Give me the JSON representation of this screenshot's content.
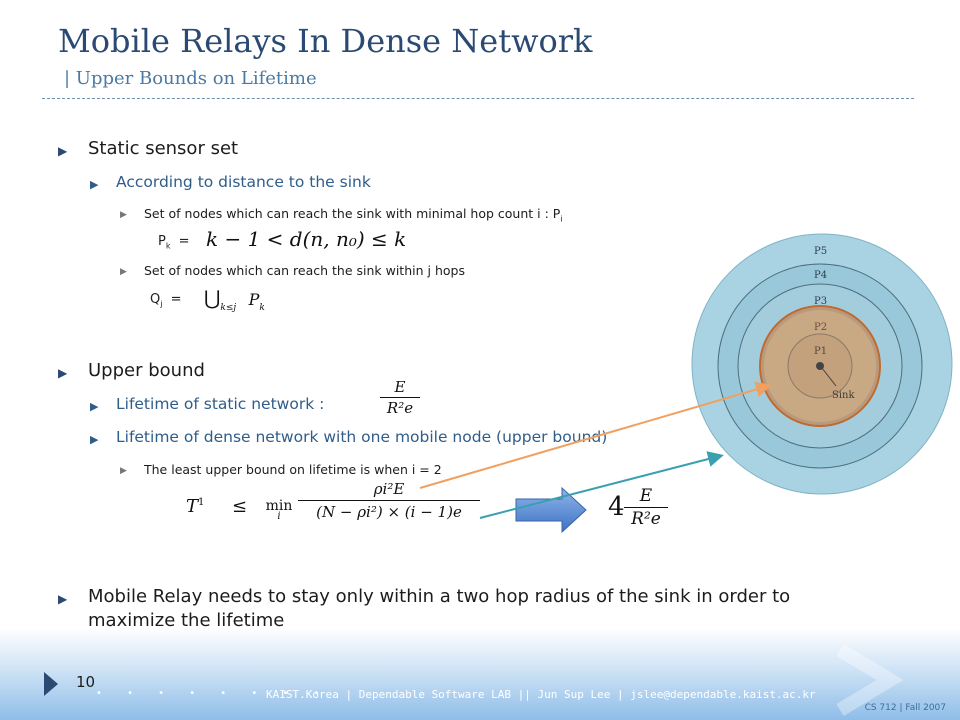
{
  "slide": {
    "title": "Mobile Relays In Dense Network",
    "subtitle": "| Upper Bounds on Lifetime",
    "page_number": "10"
  },
  "bullets": {
    "static_set": "Static sensor set",
    "according": "According to distance to the sink",
    "pk_desc": "Set of nodes which can reach the sink with minimal hop count i  : P",
    "pk_desc_sub": "i",
    "pk_label": "P",
    "pk_label_sub": "k",
    "pk_eq": "=",
    "pk_formula": "k − 1 < d(n, n₀) ≤ k",
    "qj_desc": "Set of nodes which can reach the sink within j hops",
    "qj_label": "Q",
    "qj_label_sub": "j",
    "qj_eq": "=",
    "qj_union": "⋃",
    "qj_union_sub": "k≤j",
    "qj_formula": "P",
    "qj_formula_sub": "k",
    "upper_bound": "Upper bound",
    "lifetime_static": "Lifetime of static network :",
    "lifetime_static_num": "E",
    "lifetime_static_den": "R²e",
    "lifetime_dense": "Lifetime of dense network with one mobile node (upper bound)",
    "least_upper": "The least upper bound on lifetime is when i = 2",
    "mobile_relay_1": "Mobile Relay needs to stay only within a two hop radius of the sink in order to",
    "mobile_relay_2": "maximize the lifetime"
  },
  "equation": {
    "lhs": "T",
    "lhs_sup": "1",
    "rel": "≤",
    "min": "min",
    "min_sub": "i",
    "num": "ρi²E",
    "den": "(N − ρi²) × (i − 1)e",
    "result_coef": "4",
    "result_num": "E",
    "result_den": "R²e"
  },
  "diagram": {
    "labels": [
      "P5",
      "P4",
      "P3",
      "P2",
      "P1"
    ],
    "sink_label": "Sink"
  },
  "footer": {
    "text": "KAIST.Korea | Dependable Software LAB || Jun Sup Lee | jslee@dependable.kaist.ac.kr",
    "course": "CS 712  |  Fall 2007",
    "dots": "• • • • • • • •"
  },
  "colors": {
    "title": "#2a4a73",
    "level2": "#2f5d8a",
    "ring_outer": "#a9d3e2",
    "ring_inner": "#c8a27a",
    "arrow_orange": "#f0a060",
    "arrow_teal": "#3aa0b0",
    "block_arrow": "#5b8fd6"
  }
}
